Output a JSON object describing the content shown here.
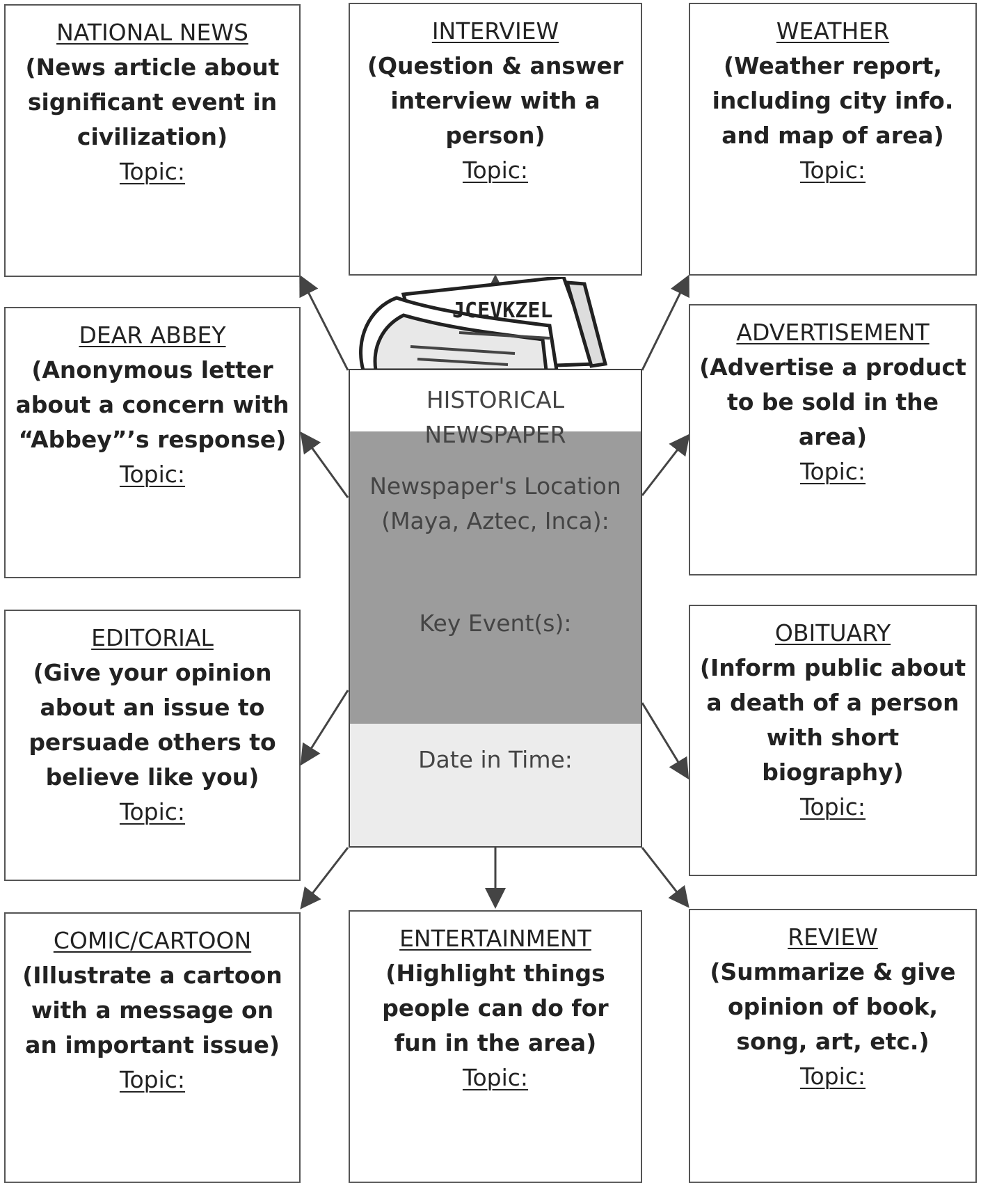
{
  "center": {
    "title_line1": "HISTORICAL",
    "title_line2": "NEWSPAPER",
    "location_line1": "Newspaper's Location",
    "location_line2": "(Maya, Aztec, Inca):",
    "key_events": "Key Event(s):",
    "date": "Date in Time:"
  },
  "boxes": [
    {
      "title": "NATIONAL NEWS",
      "desc": "(News article about significant event in civilization)",
      "topic": "Topic:"
    },
    {
      "title": "INTERVIEW",
      "desc": "(Question & answer interview with a person)",
      "topic": "Topic:"
    },
    {
      "title": "WEATHER",
      "desc": "(Weather report, including city info. and map of area)",
      "topic": "Topic:"
    },
    {
      "title": "DEAR ABBEY",
      "desc": "(Anonymous letter about a concern with “Abbey”’s response)",
      "topic": "Topic:"
    },
    {
      "title": "ADVERTISEMENT",
      "desc": "(Advertise a product to be sold in the area)",
      "topic": "Topic:"
    },
    {
      "title": "EDITORIAL",
      "desc": "(Give your opinion about an issue to persuade others to believe like you)",
      "topic": "Topic:"
    },
    {
      "title": "OBITUARY",
      "desc": "(Inform public about a death of a person with short biography)",
      "topic": "Topic:"
    },
    {
      "title": "COMIC/CARTOON",
      "desc": "(Illustrate a cartoon with a message on an important issue)",
      "topic": "Topic:"
    },
    {
      "title": "ENTERTAINMENT",
      "desc": "(Highlight things people can do for fun in the area)",
      "topic": "Topic:"
    },
    {
      "title": "REVIEW",
      "desc": "(Summarize & give opinion of book, song, art, etc.)",
      "topic": "Topic:"
    }
  ],
  "icon": "newspaper-icon"
}
